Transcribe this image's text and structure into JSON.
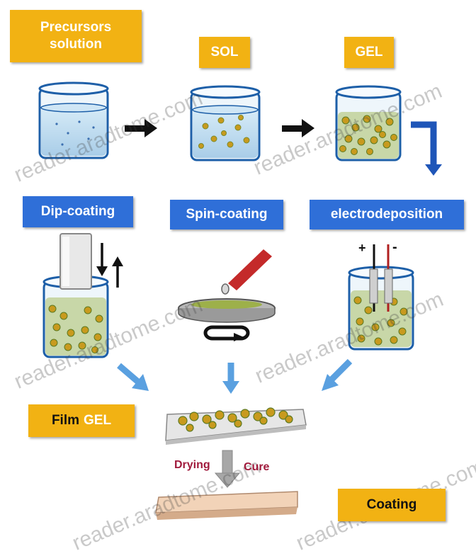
{
  "labels": {
    "precursors_line1": "Precursors",
    "precursors_line2": "solution",
    "sol": "SOL",
    "gel": "GEL",
    "dip": "Dip-coating",
    "spin": "Spin-coating",
    "electro": "electrodeposition",
    "film_word": "Film",
    "film_gel": "GEL",
    "drying": "Drying",
    "cure": "Cure",
    "coating": "Coating",
    "plus": "+",
    "minus": "-"
  },
  "watermarks": [
    "reader.aradtome.com",
    "reader.aradtome.com",
    "reader.aradtome.com",
    "reader.aradtome.com",
    "reader.aradtome.com",
    "reader.aradtome.com"
  ],
  "colors": {
    "gold": "#f2b213",
    "blue": "#2f6fd8",
    "glass": "#1d5fa8",
    "liquid": "#b9d9ee",
    "particle": "#c89a1e",
    "arrow_light_blue": "#5aa0e0",
    "drying_red": "#a01a3c"
  }
}
